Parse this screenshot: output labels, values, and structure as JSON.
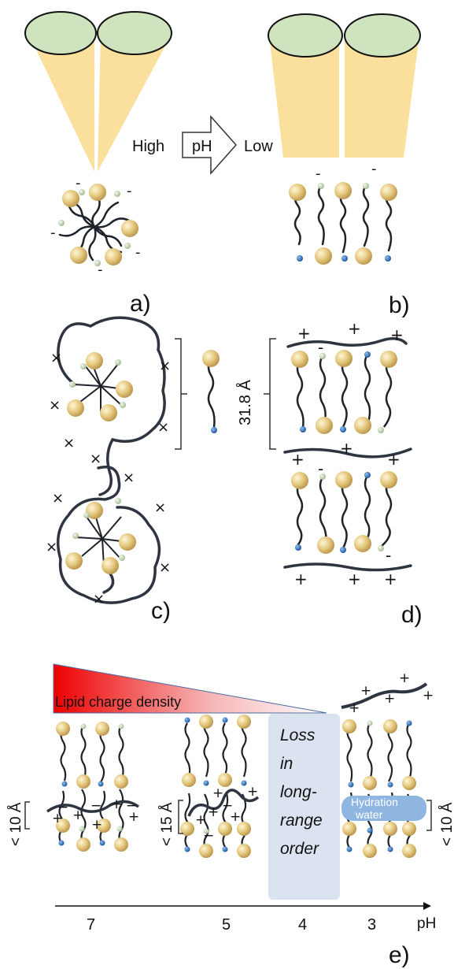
{
  "panel_labels": {
    "a": "a)",
    "b": "b)",
    "c": "c)",
    "d": "d)",
    "e": "e)"
  },
  "arrow": {
    "left": "High",
    "middle": "pH",
    "right": "Low"
  },
  "d_spacing": "31.8 Å",
  "gradient_label": "Lipid charge density",
  "loss_box": [
    "Loss",
    "in",
    "long-",
    "range",
    "order"
  ],
  "hydration_label": [
    "Hydration",
    "water"
  ],
  "spacings": {
    "left": "< 10 Å",
    "middle": "< 15 Å",
    "right": "< 10 Å"
  },
  "ph_axis": {
    "ticks": [
      "7",
      "5",
      "4",
      "3"
    ],
    "unit": "pH"
  },
  "colors": {
    "cone": "#fbdf9d",
    "cone_top": "#cfe3bf",
    "head": "#e0c47a",
    "head_small": "#c9dbb5",
    "terminal_blue": "#1f5fb0",
    "polymer": "#2e3440",
    "loss_box": "#dbe3f0",
    "hydration": "#8fb6e0",
    "gradient_start": "#ee0000",
    "gradient_end": "#ffffff"
  }
}
